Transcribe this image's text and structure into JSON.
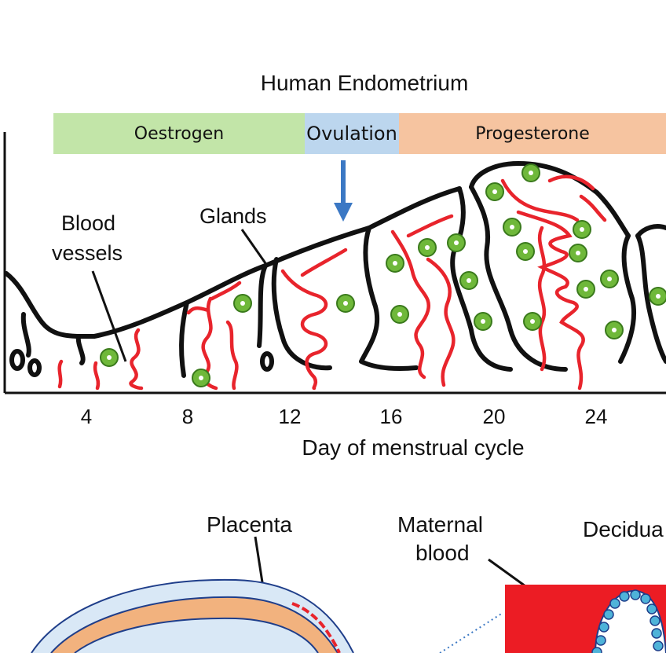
{
  "title": "Human Endometrium",
  "phases": {
    "oestrogen": "Oestrogen",
    "ovulation": "Ovulation",
    "progesterone": "Progesterone"
  },
  "labels": {
    "blood": "Blood",
    "vessels": "vessels",
    "glands": "Glands",
    "placenta": "Placenta",
    "maternal": "Maternal",
    "maternal_blood": "blood",
    "decidua": "Decidua"
  },
  "axis": {
    "ticks": [
      "4",
      "8",
      "12",
      "16",
      "20",
      "24"
    ],
    "xlabel": "Day of menstrual cycle"
  },
  "colors": {
    "oestrogen": "#c2e5a8",
    "ovulation": "#bcd6ee",
    "progesterone": "#f6c4a0",
    "arrow": "#3b78c4",
    "vessel": "#e8242c",
    "cell": "#6fb83a",
    "maternal_blood": "#ec1c24",
    "placenta_orange": "#f2b27e",
    "placenta_blue": "#d9e8f6"
  }
}
